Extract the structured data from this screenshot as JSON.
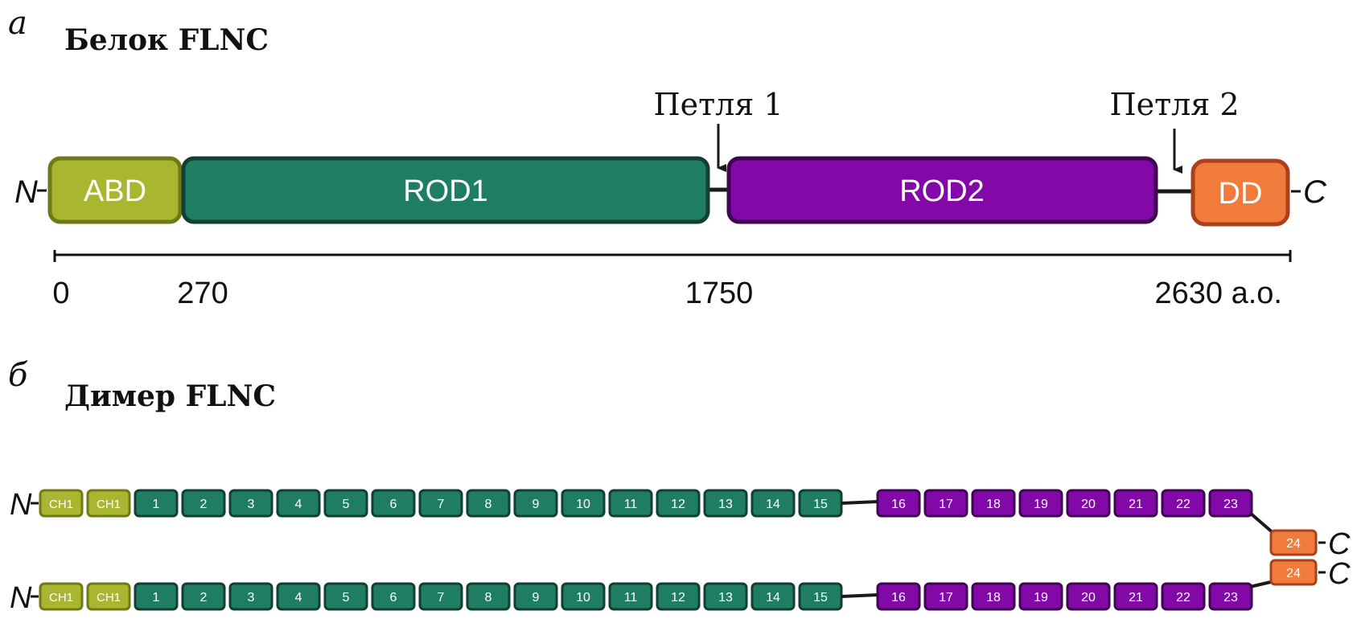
{
  "panel_a": {
    "letter": "а",
    "title": "Белок FLNC",
    "n_label": "N",
    "c_label": "C",
    "domains": [
      {
        "label": "ABD",
        "fill": "#a9b62f",
        "stroke": "#6f7a16"
      },
      {
        "label": "ROD1",
        "fill": "#1f7d64",
        "stroke": "#103f33"
      },
      {
        "label": "ROD2",
        "fill": "#8208a8",
        "stroke": "#3f0552"
      },
      {
        "label": "DD",
        "fill": "#f07b3a",
        "stroke": "#a9421a"
      }
    ],
    "hinges": [
      {
        "label": "Петля 1"
      },
      {
        "label": "Петля 2"
      }
    ],
    "scale_ticks": [
      "0",
      "270",
      "1750",
      "2630 а.о."
    ]
  },
  "panel_b": {
    "letter": "б",
    "title": "Димер FLNC",
    "n_label": "N",
    "c_label": "C",
    "ch_labels": [
      "CH1",
      "CH1"
    ],
    "rod1_labels": [
      "1",
      "2",
      "3",
      "4",
      "5",
      "6",
      "7",
      "8",
      "9",
      "10",
      "11",
      "12",
      "13",
      "14",
      "15"
    ],
    "rod2_labels": [
      "16",
      "17",
      "18",
      "19",
      "20",
      "21",
      "22",
      "23"
    ],
    "dimer_label": "24",
    "colors": {
      "ch_fill": "#a9b62f",
      "ch_stroke": "#6f7a16",
      "rod1_fill": "#1f7d64",
      "rod1_stroke": "#103f33",
      "rod2_fill": "#8208a8",
      "rod2_stroke": "#3f0552",
      "dd_fill": "#f07b3a",
      "dd_stroke": "#a9421a"
    }
  }
}
